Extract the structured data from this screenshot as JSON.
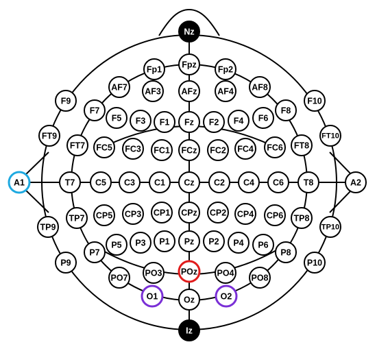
{
  "colors": {
    "outline": "#000000",
    "fill": "#ffffff",
    "filled_fill": "#000000",
    "filled_text": "#ffffff",
    "highlight_blue": "#1ea9e0",
    "highlight_red": "#e01b1b",
    "highlight_purple": "#7a2fd6"
  },
  "electrodes": [
    {
      "label": "Nz",
      "style": "filled"
    },
    {
      "label": "Iz",
      "style": "filled"
    },
    {
      "label": "Fpz"
    },
    {
      "label": "Fp1"
    },
    {
      "label": "Fp2"
    },
    {
      "label": "AF7"
    },
    {
      "label": "AF3"
    },
    {
      "label": "AFz"
    },
    {
      "label": "AF4"
    },
    {
      "label": "AF8"
    },
    {
      "label": "F9"
    },
    {
      "label": "F7"
    },
    {
      "label": "F5"
    },
    {
      "label": "F3"
    },
    {
      "label": "F1"
    },
    {
      "label": "Fz"
    },
    {
      "label": "F2"
    },
    {
      "label": "F4"
    },
    {
      "label": "F6"
    },
    {
      "label": "F8"
    },
    {
      "label": "F10"
    },
    {
      "label": "FT9"
    },
    {
      "label": "FT7"
    },
    {
      "label": "FC5"
    },
    {
      "label": "FC3"
    },
    {
      "label": "FC1"
    },
    {
      "label": "FCz"
    },
    {
      "label": "FC2"
    },
    {
      "label": "FC4"
    },
    {
      "label": "FC6"
    },
    {
      "label": "FT8"
    },
    {
      "label": "FT10"
    },
    {
      "label": "A1",
      "highlight": "blue"
    },
    {
      "label": "T7"
    },
    {
      "label": "C5"
    },
    {
      "label": "C3"
    },
    {
      "label": "C1"
    },
    {
      "label": "Cz"
    },
    {
      "label": "C2"
    },
    {
      "label": "C4"
    },
    {
      "label": "C6"
    },
    {
      "label": "T8"
    },
    {
      "label": "A2"
    },
    {
      "label": "TP9"
    },
    {
      "label": "TP7"
    },
    {
      "label": "CP5"
    },
    {
      "label": "CP3"
    },
    {
      "label": "CP1"
    },
    {
      "label": "CPz"
    },
    {
      "label": "CP2"
    },
    {
      "label": "CP4"
    },
    {
      "label": "CP6"
    },
    {
      "label": "TP8"
    },
    {
      "label": "TP10"
    },
    {
      "label": "P9"
    },
    {
      "label": "P7"
    },
    {
      "label": "P5"
    },
    {
      "label": "P3"
    },
    {
      "label": "P1"
    },
    {
      "label": "Pz"
    },
    {
      "label": "P2"
    },
    {
      "label": "P4"
    },
    {
      "label": "P6"
    },
    {
      "label": "P8"
    },
    {
      "label": "P10"
    },
    {
      "label": "PO7"
    },
    {
      "label": "PO3"
    },
    {
      "label": "POz",
      "highlight": "red"
    },
    {
      "label": "PO4"
    },
    {
      "label": "PO8"
    },
    {
      "label": "O1",
      "highlight": "purple"
    },
    {
      "label": "Oz"
    },
    {
      "label": "O2",
      "highlight": "purple"
    }
  ]
}
